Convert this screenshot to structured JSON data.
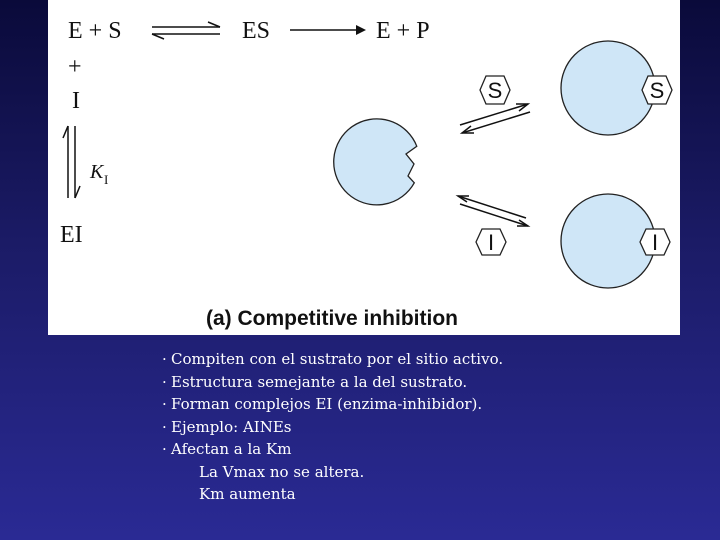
{
  "diagram": {
    "reaction": {
      "enzyme_plus_substrate": "E + S",
      "complex": "ES",
      "products": "E + P",
      "plus": "+",
      "inhibitor": "I",
      "constant_symbol": "K",
      "constant_subscript": "I",
      "enzyme_inhibitor": "EI"
    },
    "substrate_label": "S",
    "inhibitor_label": "I",
    "caption": "(a) Competitive inhibition",
    "colors": {
      "enzyme_fill": "#cfe6f7",
      "enzyme_stroke": "#222222"
    }
  },
  "notes": {
    "bullet_symbol": "·",
    "bullets": [
      "Compiten con el sustrato por el sitio activo.",
      "Estructura semejante a la del sustrato.",
      "Forman complejos EI (enzima-inhibidor).",
      "Ejemplo: AINEs",
      "Afectan a la Km"
    ],
    "sub_lines": [
      "La Vmax no se altera.",
      "Km aumenta"
    ]
  }
}
